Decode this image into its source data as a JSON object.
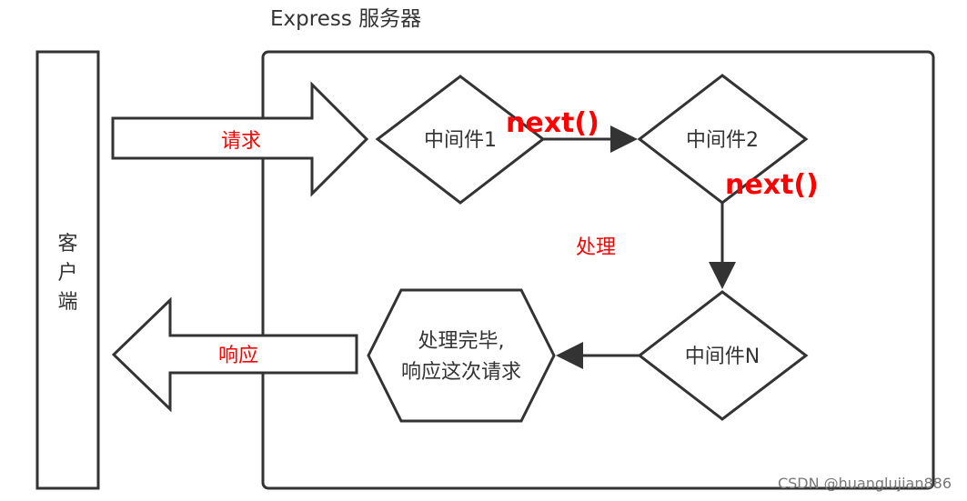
{
  "server": {
    "title": "Express 服务器"
  },
  "client": {
    "chars": [
      "客",
      "户",
      "端"
    ]
  },
  "arrows": {
    "request_label": "请求",
    "response_label": "响应"
  },
  "middleware": {
    "first": "中间件1",
    "second": "中间件2",
    "last": "中间件N",
    "next_label": "next()"
  },
  "processing": {
    "label": "处理",
    "done_line1": "处理完毕,",
    "done_line2": "响应这次请求"
  },
  "watermark": "CSDN @huanglujian886",
  "colors": {
    "stroke": "#333333",
    "accent": "#ff0000",
    "watermark": "#777777"
  }
}
